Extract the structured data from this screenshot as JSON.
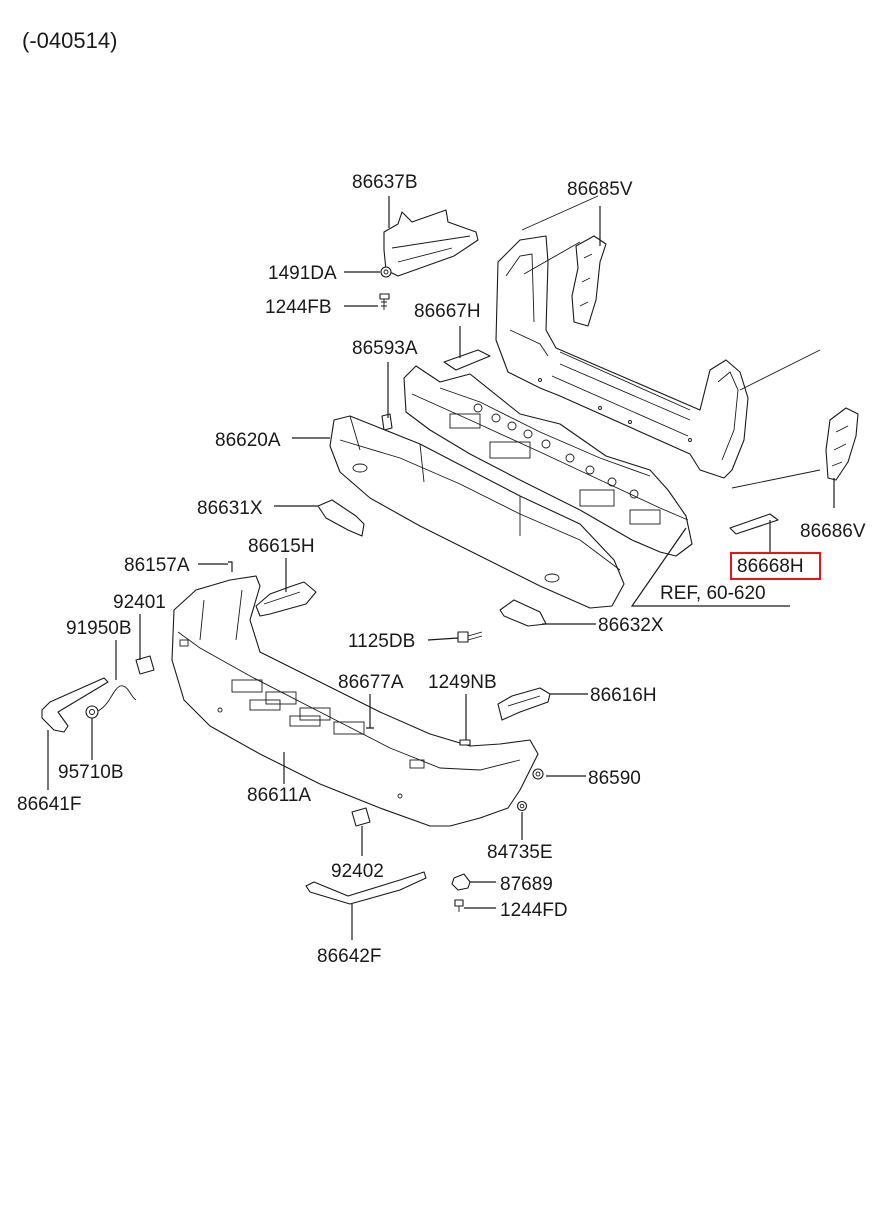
{
  "header": {
    "code": "(-040514)"
  },
  "highlight": {
    "color": "#e01818",
    "part": "86668H"
  },
  "labels": {
    "p86637B": "86637B",
    "p86685V": "86685V",
    "p1491DA": "1491DA",
    "p1244FB": "1244FB",
    "p86667H": "86667H",
    "p86593A": "86593A",
    "p86620A": "86620A",
    "p86631X": "86631X",
    "p86686V": "86686V",
    "p86668H": "86668H",
    "p86157A": "86157A",
    "p86615H": "86615H",
    "ref": "REF, 60-620",
    "p92401": "92401",
    "p91950B": "91950B",
    "p1125DB": "1125DB",
    "p86632X": "86632X",
    "p86677A": "86677A",
    "p1249NB": "1249NB",
    "p86616H": "86616H",
    "p95710B": "95710B",
    "p86590": "86590",
    "p86641F": "86641F",
    "p86611A": "86611A",
    "p84735E": "84735E",
    "p92402": "92402",
    "p87689": "87689",
    "p1244FD": "1244FD",
    "p86642F": "86642F"
  }
}
